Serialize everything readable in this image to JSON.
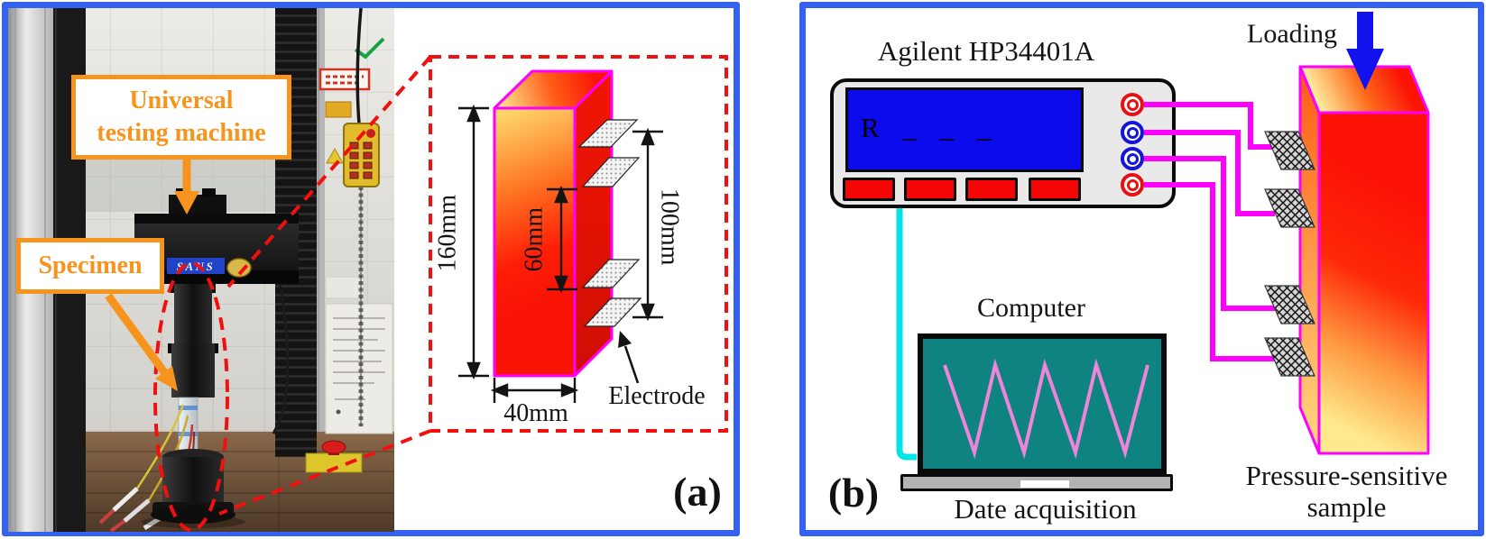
{
  "colors": {
    "panel_border_blue": "#3561f0",
    "annotation_red": "#f01010",
    "annotation_orange": "#f7941d",
    "box_edge_magenta": "#ff00ff",
    "wire_magenta": "#ff00ff",
    "wire_cyan": "#00e6e6",
    "display_blue": "#0b0bec",
    "button_red": "#f50505",
    "screen_teal": "#0e8381",
    "waveform_pink": "#f084d8",
    "loading_arrow_blue": "#1212ee"
  },
  "panel_a": {
    "label": "(a)",
    "machine_label_line1": "Universal",
    "machine_label_line2": "testing machine",
    "specimen_label": "Specimen",
    "sans_logo": "SANS",
    "dims": {
      "height": "160mm",
      "width": "40mm",
      "inner_span": "60mm",
      "outer_span": "100mm"
    },
    "electrode_label": "Electrode"
  },
  "panel_b": {
    "label": "(b)",
    "instrument_title": "Agilent HP34401A",
    "display_text": "R _ _ _",
    "loading_label": "Loading",
    "computer_label": "Computer",
    "acquisition_label": "Date acquisition",
    "sample_label_line1": "Pressure-sensitive",
    "sample_label_line2": "sample"
  }
}
